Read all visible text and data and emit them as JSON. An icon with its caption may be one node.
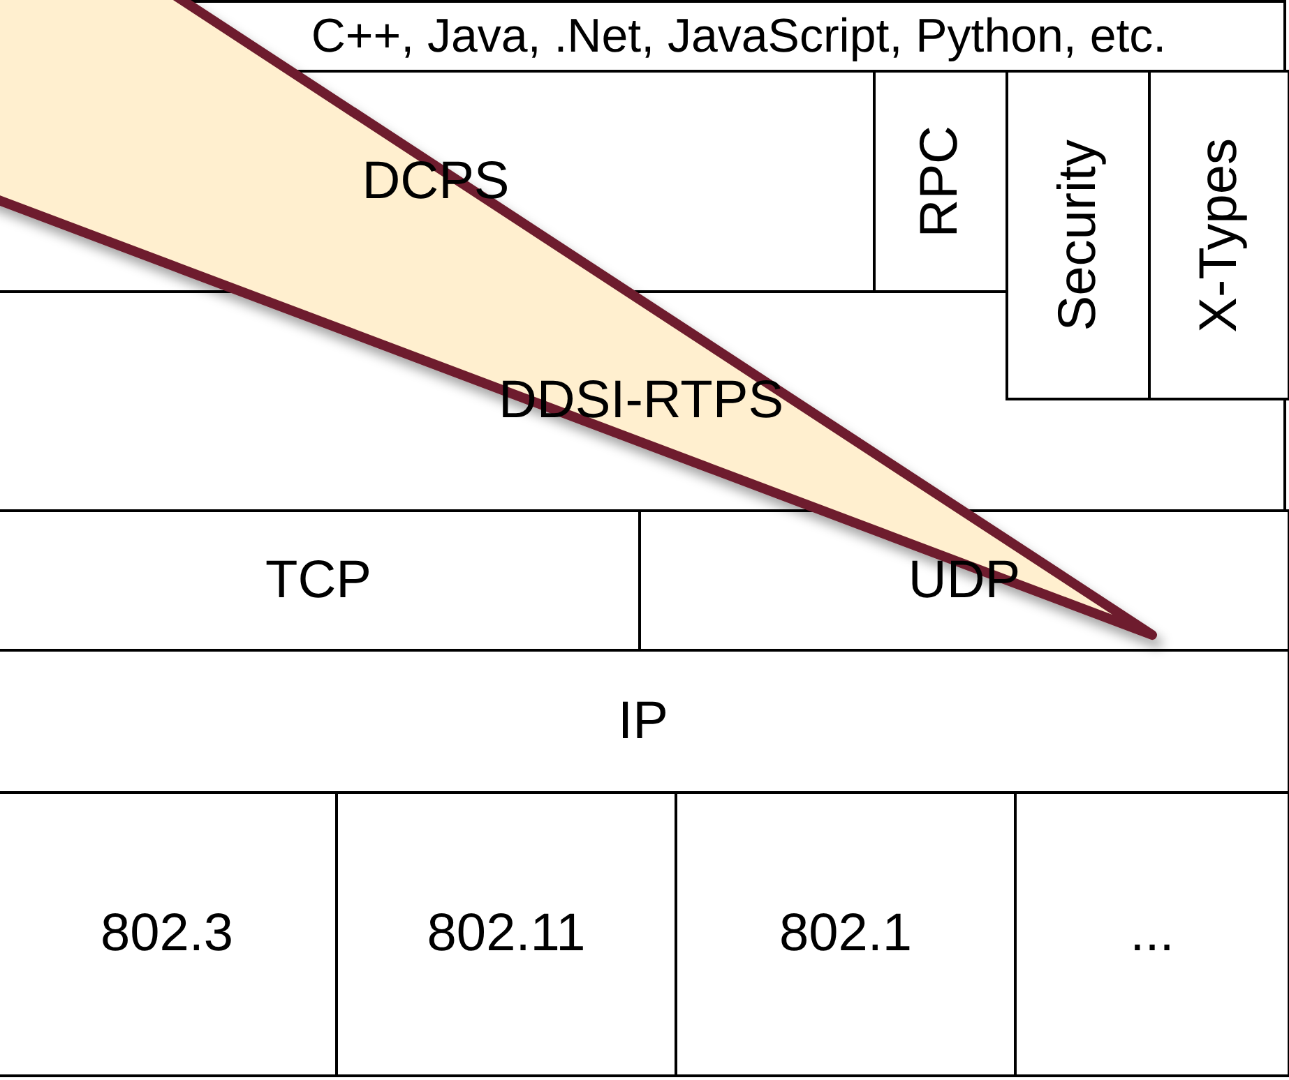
{
  "diagram": {
    "nodes": [
      {
        "text": [
          "C++, Java, .Net, JavaScript, Python, etc."
        ]
      },
      {
        "text": [
          "DCPS"
        ]
      },
      {
        "text": [
          "RPC"
        ]
      },
      {
        "text": [
          "DDSI-RTPS"
        ]
      },
      {
        "text": [
          "Security"
        ]
      },
      {
        "text": [
          "X-Types"
        ]
      },
      {
        "text": [
          "TCP"
        ]
      },
      {
        "text": [
          "UDP"
        ]
      },
      {
        "text": [
          "IP"
        ]
      },
      {
        "text": [
          "802.3"
        ]
      },
      {
        "text": [
          "802.11"
        ]
      },
      {
        "text": [
          "802.1"
        ]
      },
      {
        "text": [
          "..."
        ]
      }
    ]
  }
}
